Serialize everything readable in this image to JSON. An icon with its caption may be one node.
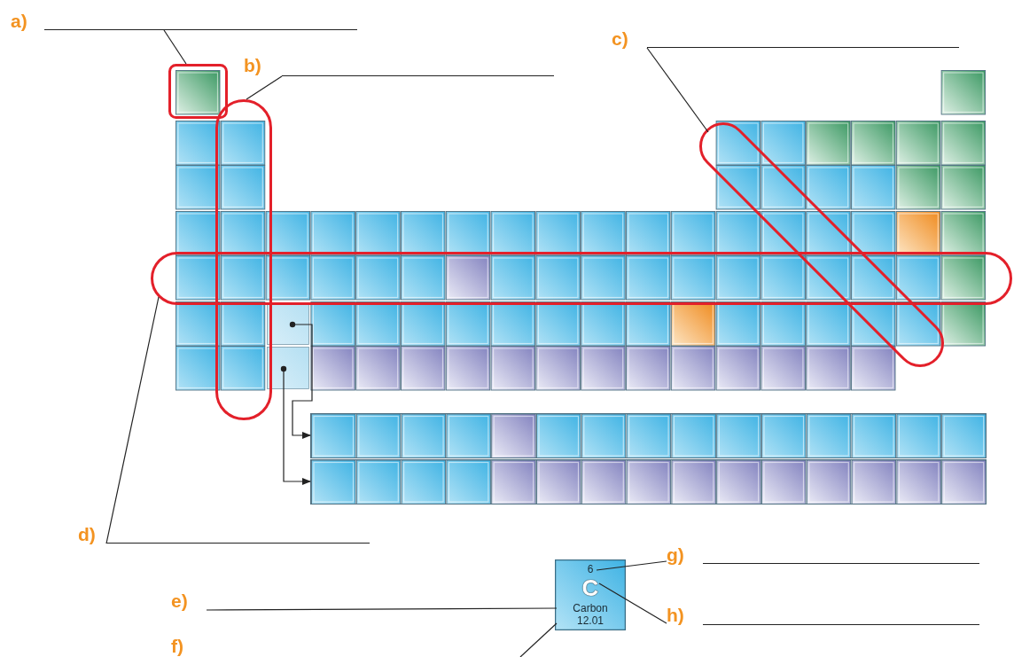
{
  "diagram": {
    "nodes": [
      {
        "text": [
          "a)"
        ]
      },
      {
        "text": [],
        "shape": "box"
      },
      {
        "text": [
          "b)"
        ]
      },
      {
        "text": [],
        "shape": "ellipse"
      },
      {
        "text": [
          "c)"
        ]
      },
      {
        "text": [],
        "shape": "ellipse"
      },
      {
        "text": [
          "d)"
        ]
      },
      {
        "text": [],
        "shape": "ellipse"
      },
      {
        "text": [],
        "shape": "box"
      },
      {
        "text": [],
        "shape": "box"
      },
      {
        "text": [],
        "shape": "bar"
      },
      {
        "text": [],
        "shape": "bar"
      },
      {
        "text": [
          "e)"
        ]
      },
      {
        "text": [
          "f)"
        ]
      },
      {
        "text": [
          "g)"
        ]
      },
      {
        "text": [
          "h)"
        ]
      },
      {
        "text": [],
        "shape": "box"
      },
      {
        "text": [
          "6"
        ],
        "in": 16
      },
      {
        "text": [
          "C"
        ],
        "in": 16
      },
      {
        "text": [
          "Carbon"
        ],
        "in": 16
      },
      {
        "text": [
          "12.01"
        ],
        "in": 16
      }
    ],
    "edges": [
      {
        "from": 0,
        "to": 1,
        "arrow": "none"
      },
      {
        "from": 2,
        "to": 3,
        "arrow": "none"
      },
      {
        "from": 4,
        "to": 5,
        "arrow": "none"
      },
      {
        "from": 6,
        "to": 7,
        "arrow": "none"
      },
      {
        "from": 8,
        "to": 10,
        "arrow": "to"
      },
      {
        "from": 9,
        "to": 11,
        "arrow": "to"
      },
      {
        "from": 12,
        "to": 19,
        "arrow": "none"
      },
      {
        "from": null,
        "to": 20,
        "arrow": "none"
      },
      {
        "from": 14,
        "to": 17,
        "arrow": "none"
      },
      {
        "from": 15,
        "to": 18,
        "arrow": "none"
      }
    ]
  }
}
